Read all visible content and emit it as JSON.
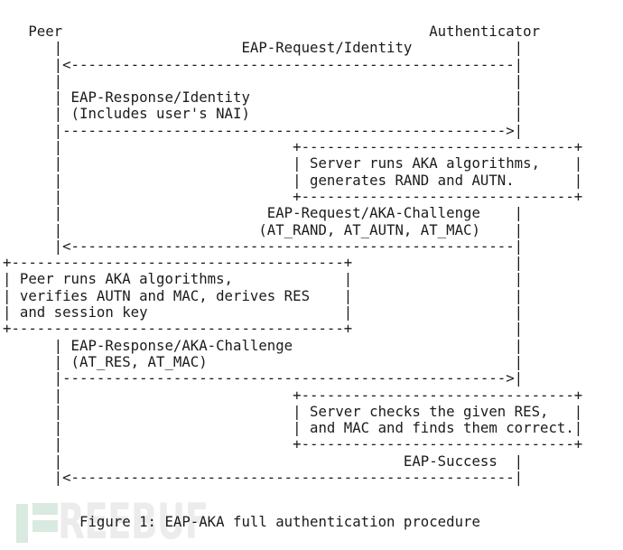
{
  "page": {
    "background_color": "#ffffff",
    "text_color": "#1b1b1b"
  },
  "diagram": {
    "actors": {
      "left": "Peer",
      "right": "Authenticator"
    },
    "lines": [
      "   Peer                                           Authenticator",
      "      |                     EAP-Request/Identity            |",
      "      |<----------------------------------------------------|",
      "      |                                                     |",
      "      | EAP-Response/Identity                               |",
      "      | (Includes user's NAI)                               |",
      "      |---------------------------------------------------->|",
      "      |                           +--------------------------------+",
      "      |                           | Server runs AKA algorithms,    |",
      "      |                           | generates RAND and AUTN.       |",
      "      |                           +--------------------------------+",
      "      |                        EAP-Request/AKA-Challenge    |",
      "      |                       (AT_RAND, AT_AUTN, AT_MAC)    |",
      "      |<----------------------------------------------------|",
      "+---------------------------------------+                   |",
      "| Peer runs AKA algorithms,             |                   |",
      "| verifies AUTN and MAC, derives RES    |                   |",
      "| and session key                       |                   |",
      "+---------------------------------------+                   |",
      "      | EAP-Response/AKA-Challenge                          |",
      "      | (AT_RES, AT_MAC)                                    |",
      "      |---------------------------------------------------->|",
      "      |                           +--------------------------------+",
      "      |                           | Server checks the given RES,   |",
      "      |                           | and MAC and finds them correct.|",
      "      |                           +--------------------------------+",
      "      |                                        EAP-Success  |",
      "      |<----------------------------------------------------|"
    ],
    "caption": "         Figure 1: EAP-AKA full authentication procedure",
    "messages": [
      {
        "from": "Authenticator",
        "to": "Peer",
        "label": "EAP-Request/Identity"
      },
      {
        "from": "Peer",
        "to": "Authenticator",
        "label": "EAP-Response/Identity (Includes user's NAI)"
      },
      {
        "from": "Authenticator",
        "to": "Peer",
        "label": "EAP-Request/AKA-Challenge (AT_RAND, AT_AUTN, AT_MAC)"
      },
      {
        "from": "Peer",
        "to": "Authenticator",
        "label": "EAP-Response/AKA-Challenge (AT_RES, AT_MAC)"
      },
      {
        "from": "Authenticator",
        "to": "Peer",
        "label": "EAP-Success"
      }
    ],
    "notes": [
      {
        "actor": "Authenticator",
        "text": "Server runs AKA algorithms, generates RAND and AUTN."
      },
      {
        "actor": "Peer",
        "text": "Peer runs AKA algorithms, verifies AUTN and MAC, derives RES and session key"
      },
      {
        "actor": "Authenticator",
        "text": "Server checks the given RES, and MAC and finds them correct."
      }
    ]
  },
  "watermark": {
    "text": "REEBUF",
    "logo_color": "#d9eae0",
    "text_color": "#ececec"
  }
}
